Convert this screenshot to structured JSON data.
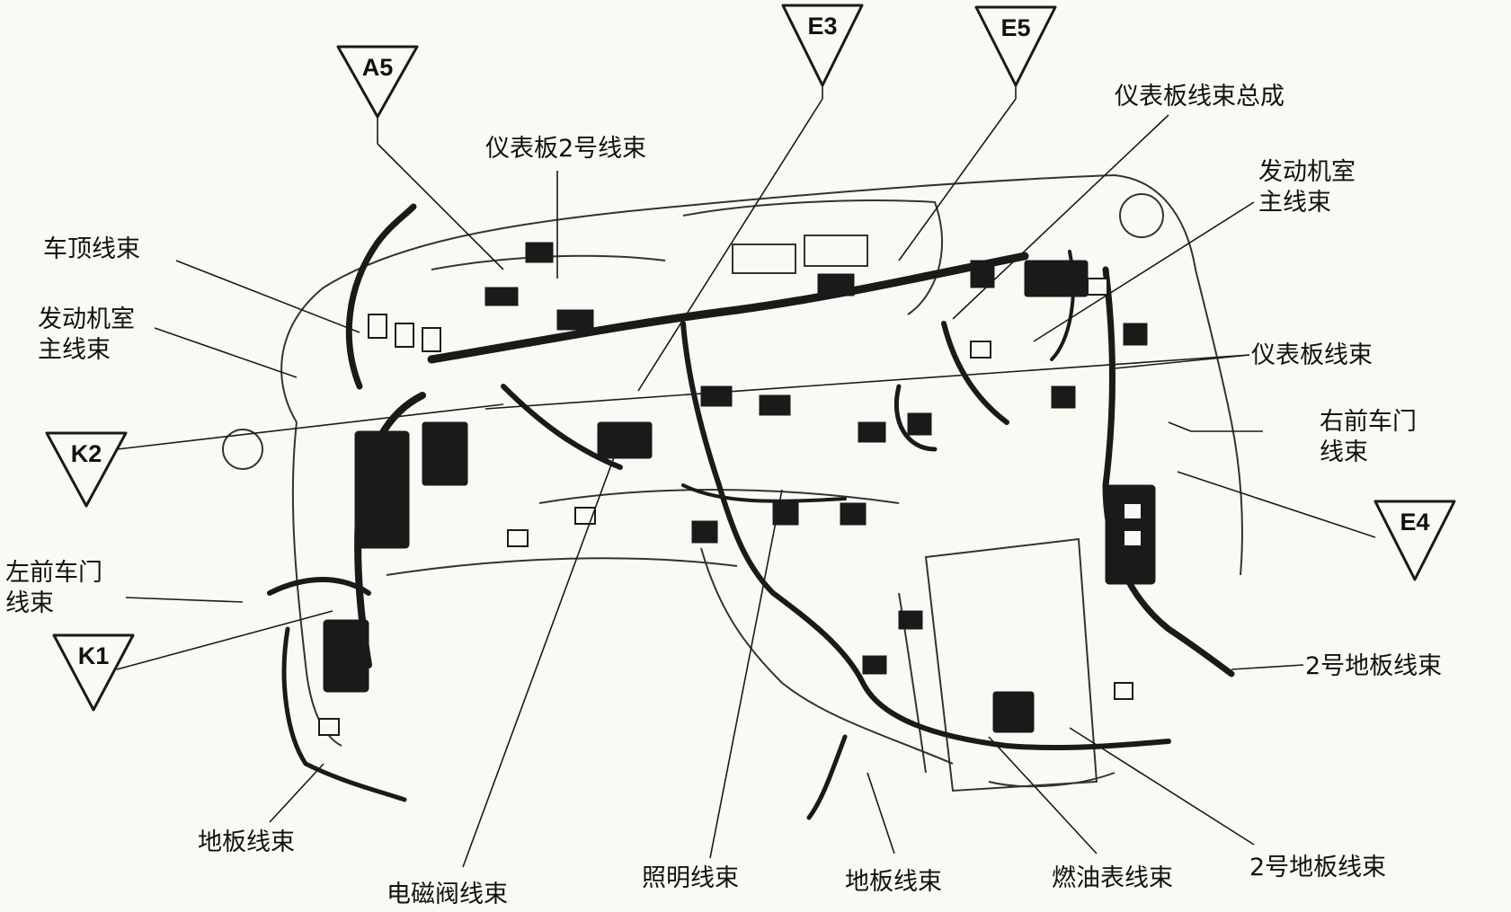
{
  "labels": {
    "roof_harness": "车顶线束",
    "engine_room_main_left_1": "发动机室",
    "engine_room_main_left_2": "主线束",
    "ip_harness_no2": "仪表板2号线束",
    "ip_harness_assembly": "仪表板线束总成",
    "engine_room_main_right_1": "发动机室",
    "engine_room_main_right_2": "主线束",
    "ip_harness": "仪表板线束",
    "rf_door_harness_1": "右前车门",
    "rf_door_harness_2": "线束",
    "lf_door_harness_1": "左前车门",
    "lf_door_harness_2": "线束",
    "floor_harness_left": "地板线束",
    "solenoid_harness": "电磁阀线束",
    "lighting_harness": "照明线束",
    "floor_harness_center": "地板线束",
    "fuel_gauge_harness": "燃油表线束",
    "floor_harness_no2_bottom": "2号地板线束",
    "floor_harness_no2_right": "2号地板线束"
  },
  "markers": {
    "a5": "A5",
    "e3": "E3",
    "e5": "E5",
    "k2": "K2",
    "k1": "K1",
    "e4": "E4"
  },
  "colors": {
    "ink": "#1a1a1a",
    "paper": "#fbf9f4"
  }
}
